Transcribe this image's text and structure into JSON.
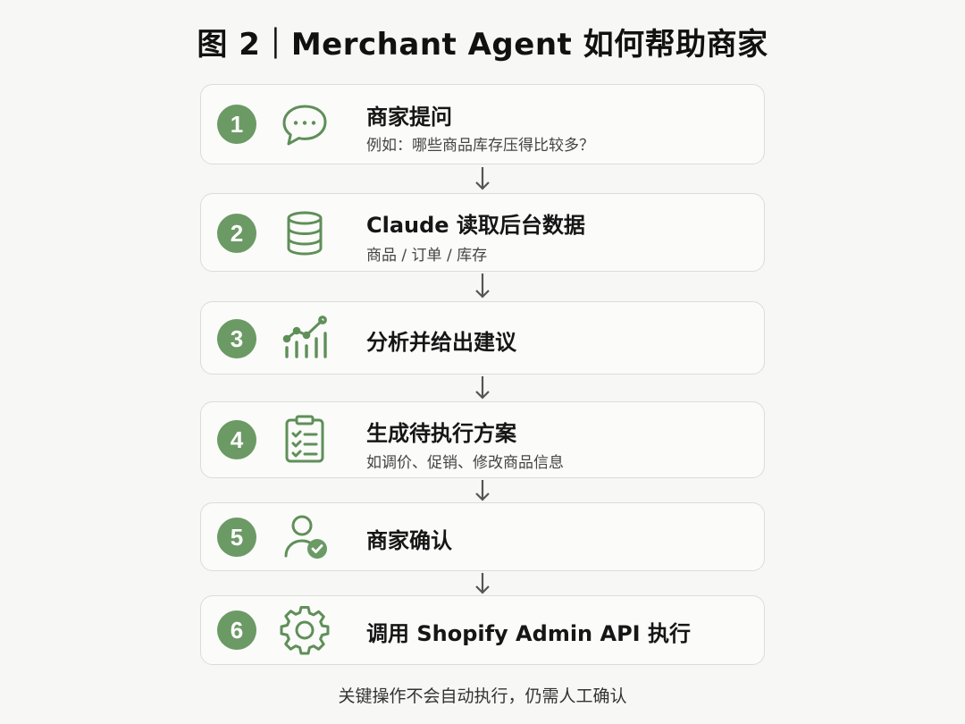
{
  "title": "图 2｜Merchant Agent 如何帮助商家",
  "accent_color": "#6b9a64",
  "steps": [
    {
      "number": "1",
      "icon": "chat-bubble-icon",
      "title": "商家提问",
      "subtitle": "例如：哪些商品库存压得比较多？"
    },
    {
      "number": "2",
      "icon": "database-icon",
      "title": "Claude 读取后台数据",
      "subtitle": "商品 / 订单 / 库存"
    },
    {
      "number": "3",
      "icon": "growth-chart-icon",
      "title": "分析并给出建议",
      "subtitle": ""
    },
    {
      "number": "4",
      "icon": "clipboard-checklist-icon",
      "title": "生成待执行方案",
      "subtitle": "如调价、促销、修改商品信息"
    },
    {
      "number": "5",
      "icon": "user-check-icon",
      "title": "商家确认",
      "subtitle": ""
    },
    {
      "number": "6",
      "icon": "gear-icon",
      "title": "调用 Shopify Admin API 执行",
      "subtitle": ""
    }
  ],
  "footer": "关键操作不会自动执行，仍需人工确认"
}
